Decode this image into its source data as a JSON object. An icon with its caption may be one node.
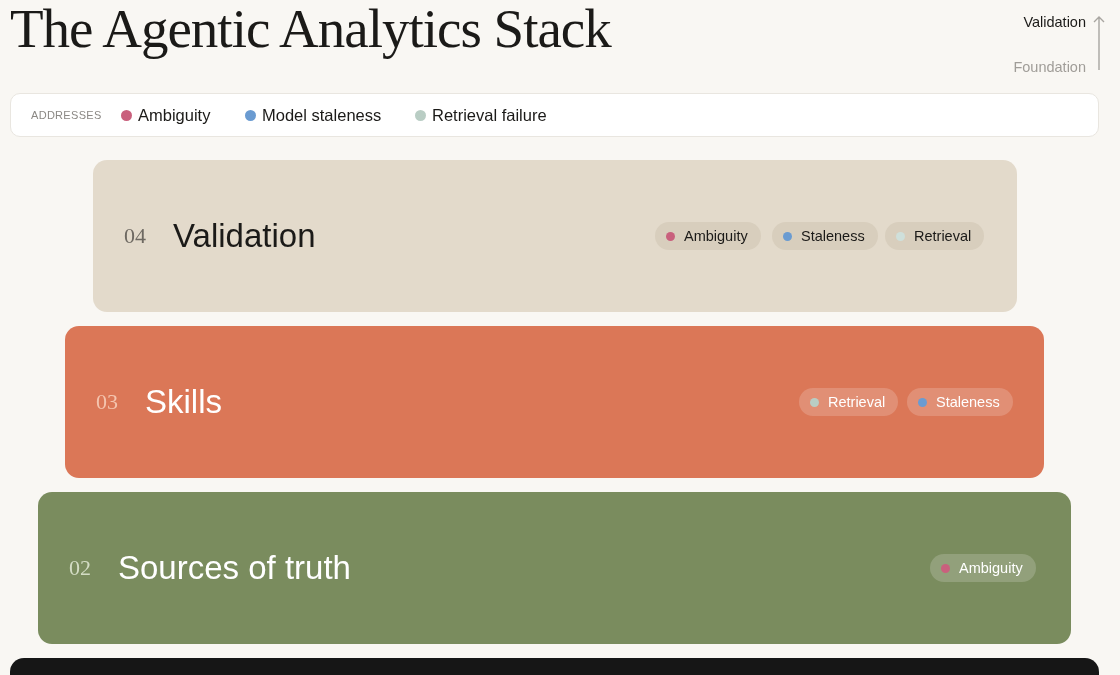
{
  "diagram": {
    "title": "The Agentic Analytics Stack",
    "nodes": [
      {
        "text": [
          "04",
          "Validation"
        ]
      },
      {
        "text": [
          "Ambiguity"
        ],
        "in": 0
      },
      {
        "text": [
          "Staleness"
        ],
        "in": 0
      },
      {
        "text": [
          "Retrieval"
        ],
        "in": 0
      },
      {
        "text": [
          "03",
          "Skills"
        ]
      },
      {
        "text": [
          "Retrieval"
        ],
        "in": 4
      },
      {
        "text": [
          "Staleness"
        ],
        "in": 4
      },
      {
        "text": [
          "02",
          "Sources of truth"
        ]
      },
      {
        "text": [
          "Ambiguity"
        ],
        "in": 7
      },
      {
        "text": [],
        "shape": "bar"
      }
    ],
    "labels": [
      "Validation",
      "Foundation",
      "ADDRESSES"
    ],
    "legend": [
      {
        "text": "Ambiguity",
        "color": "#c9607d"
      },
      {
        "text": "Model staleness",
        "color": "#6a9bd1"
      },
      {
        "text": "Retrieval failure",
        "color": "#b9cdc4"
      }
    ]
  }
}
